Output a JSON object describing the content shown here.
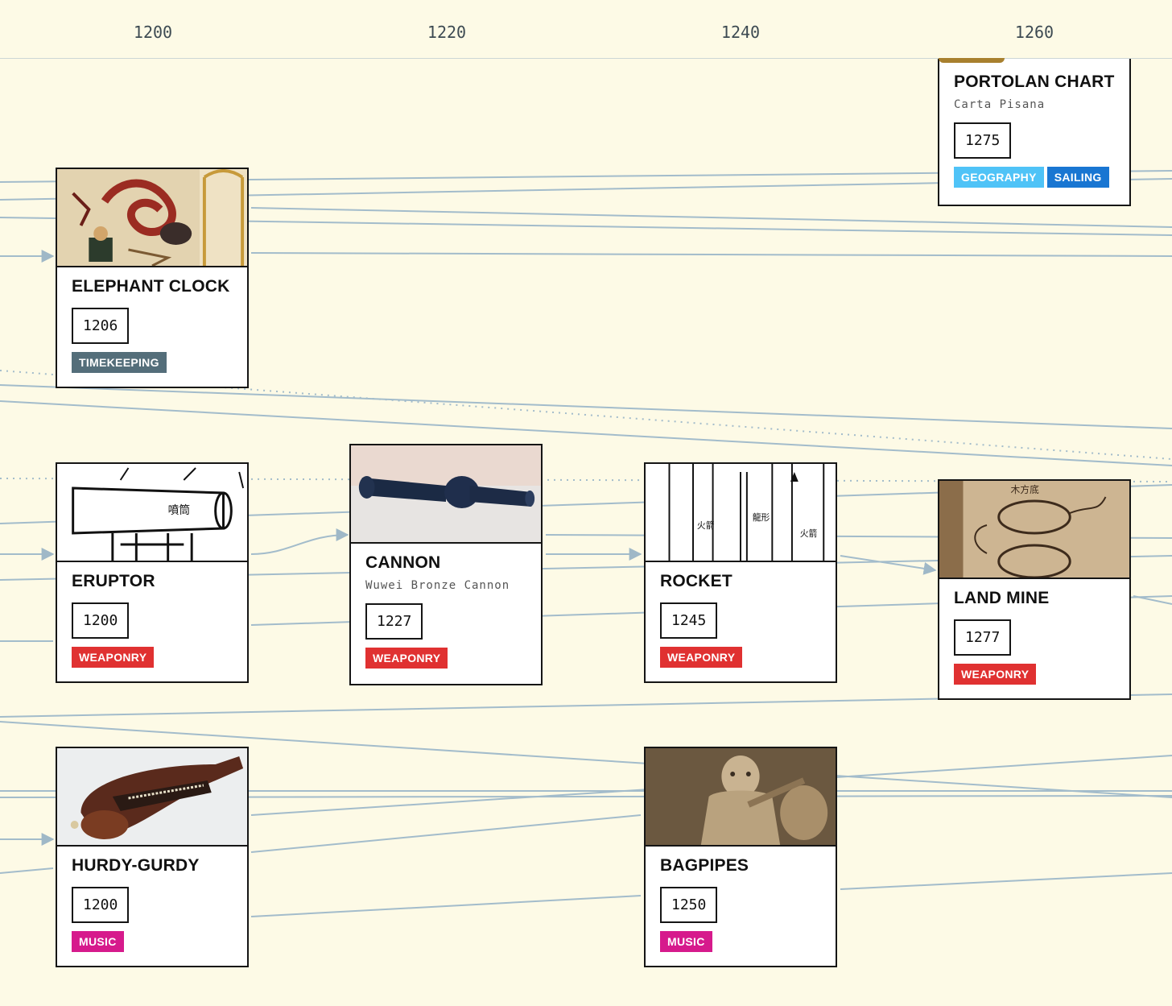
{
  "timeline": {
    "ticks": [
      "1200",
      "1220",
      "1240",
      "1260"
    ]
  },
  "colors": {
    "background": "#fdfae6",
    "link": "#9fb8c7",
    "timekeeping": "#546e7a",
    "weaponry": "#e03131",
    "music": "#d61a8c",
    "geography": "#4fc3f7",
    "sailing": "#1976d2"
  },
  "cards": {
    "portolan": {
      "title": "PORTOLAN CHART",
      "subtitle": "Carta Pisana",
      "year": "1275",
      "tags": [
        "GEOGRAPHY",
        "SAILING"
      ]
    },
    "elephant": {
      "title": "ELEPHANT CLOCK",
      "year": "1206",
      "tags": [
        "TIMEKEEPING"
      ],
      "image": "elephant-clock-illustration"
    },
    "eruptor": {
      "title": "ERUPTOR",
      "year": "1200",
      "tags": [
        "WEAPONRY"
      ],
      "image": "eruptor-drawing"
    },
    "cannon": {
      "title": "CANNON",
      "subtitle": "Wuwei Bronze Cannon",
      "year": "1227",
      "tags": [
        "WEAPONRY"
      ],
      "image": "cannon-photo"
    },
    "rocket": {
      "title": "ROCKET",
      "year": "1245",
      "tags": [
        "WEAPONRY"
      ],
      "image": "rocket-drawing"
    },
    "landmine": {
      "title": "LAND MINE",
      "year": "1277",
      "tags": [
        "WEAPONRY"
      ],
      "image": "land-mine-drawing"
    },
    "hurdy": {
      "title": "HURDY-GURDY",
      "year": "1200",
      "tags": [
        "MUSIC"
      ],
      "image": "hurdy-gurdy-photo"
    },
    "bagpipes": {
      "title": "BAGPIPES",
      "year": "1250",
      "tags": [
        "MUSIC"
      ],
      "image": "bagpipes-carving-photo"
    }
  }
}
